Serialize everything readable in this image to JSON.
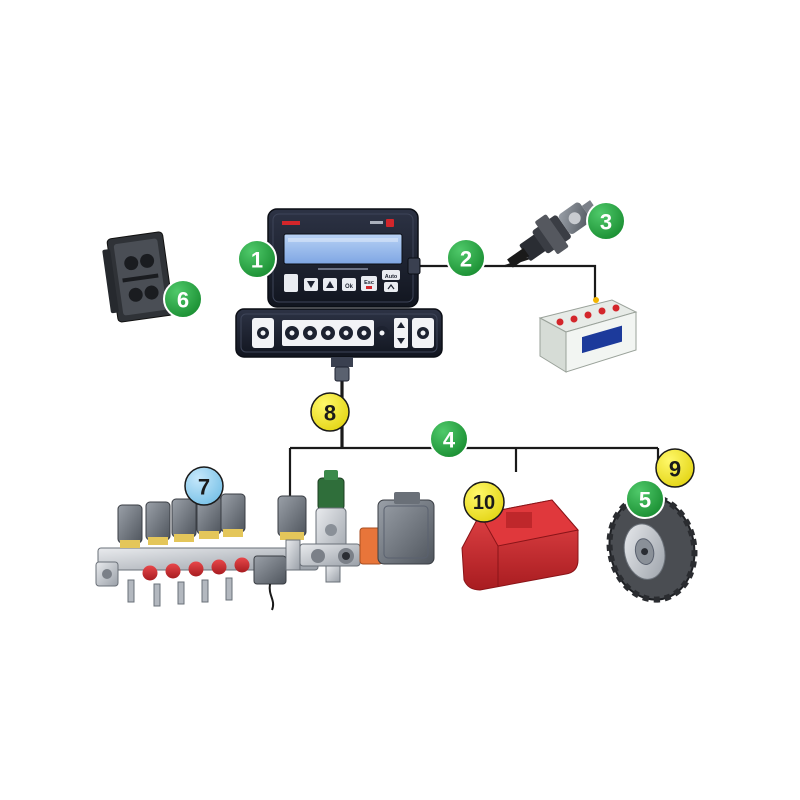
{
  "colors": {
    "green_badge": "#21a33c",
    "yellow_badge": "#f2e81c",
    "blue_badge": "#8ecdee",
    "cable": "#1a1a1a",
    "red_part": "#d3262b",
    "display_screen": "#8fb6ec",
    "console_body": "#1d2230"
  },
  "badges": [
    {
      "id": "1",
      "label": "1",
      "color": "green"
    },
    {
      "id": "2",
      "label": "2",
      "color": "green"
    },
    {
      "id": "3",
      "label": "3",
      "color": "green"
    },
    {
      "id": "4",
      "label": "4",
      "color": "green"
    },
    {
      "id": "5",
      "label": "5",
      "color": "green"
    },
    {
      "id": "6",
      "label": "6",
      "color": "green"
    },
    {
      "id": "7",
      "label": "7",
      "color": "blue"
    },
    {
      "id": "8",
      "label": "8",
      "color": "yellow"
    },
    {
      "id": "9",
      "label": "9",
      "color": "yellow"
    },
    {
      "id": "10",
      "label": "10",
      "color": "yellow"
    }
  ],
  "console": {
    "keys": {
      "ok": "Ok",
      "esc": "Esc",
      "auto": "Auto"
    }
  },
  "icons": {
    "console": "control-console-icon",
    "switch_box": "switch-box-icon",
    "pressure_sensor": "pressure-sensor-icon",
    "battery": "battery-icon",
    "bracket": "mounting-bracket-icon",
    "valve_group": "valve-group-icon",
    "speed_sensor_box": "speed-sensor-icon",
    "wheel": "wheel-icon"
  }
}
